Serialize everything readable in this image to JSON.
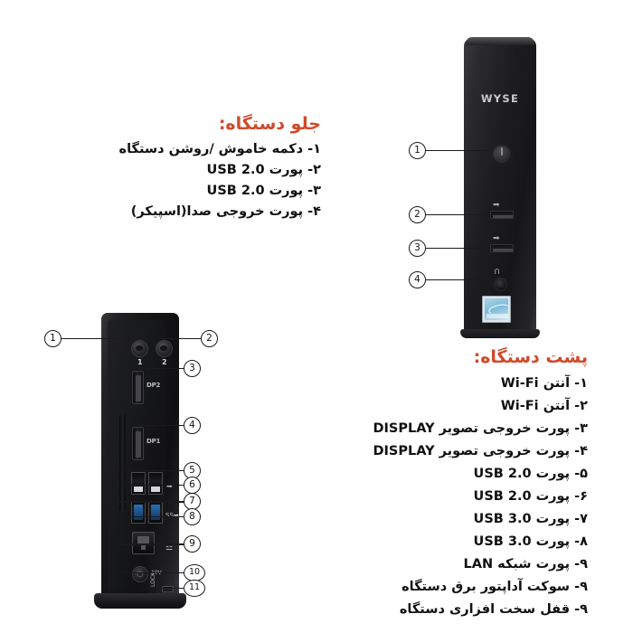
{
  "front": {
    "title": "جلو دستگاه:",
    "items": [
      "۱- دکمه خاموش /روشن دستگاه",
      "۲- پورت USB 2.0",
      "۳- پورت USB 2.0",
      "۴- پورت خروجی صدا(اسپیکر)"
    ],
    "callouts": [
      "1",
      "2",
      "3",
      "4"
    ],
    "device": {
      "brand_logo": "WYSE",
      "usb_glyph": "➡",
      "headphone_glyph": "∩",
      "energy_star_label": ""
    }
  },
  "back": {
    "title": "پشت دستگاه:",
    "items": [
      "۱- آنتن Wi-Fi",
      "۲- آنتن Wi-Fi",
      "۳- پورت خروجی تصویر DISPLAY",
      "۴- پورت خروجی تصویر DISPLAY",
      "۵- پورت USB 2.0",
      "۶- پورت USB 2.0",
      "۷- پورت USB 3.0",
      "۸- پورت USB 3.0",
      "۹- پورت شبکه LAN",
      "۹- سوکت آداپتور برق دستگاه",
      "۹- قفل سخت افزاری دستگاه"
    ],
    "callouts": [
      "1",
      "2",
      "3",
      "4",
      "5",
      "6",
      "7",
      "8",
      "9",
      "10",
      "11"
    ],
    "device": {
      "antenna_label_1": "1",
      "antenna_label_2": "2",
      "dp_label_2": "DP2",
      "dp_label_1": "DP1",
      "usb2_glyph": "➡",
      "usb3_glyph": "SS➡",
      "lan_glyph": "☲",
      "power_jack_label": "19V",
      "lock_slot_label": "LOCK"
    }
  },
  "colors": {
    "title": "#d1492a",
    "body_text": "#111111",
    "background": "#ffffff",
    "chassis_dark": "#161618",
    "usb3_blue": "#2b6fb0",
    "energy_star_blue": "#7fbcd8"
  }
}
